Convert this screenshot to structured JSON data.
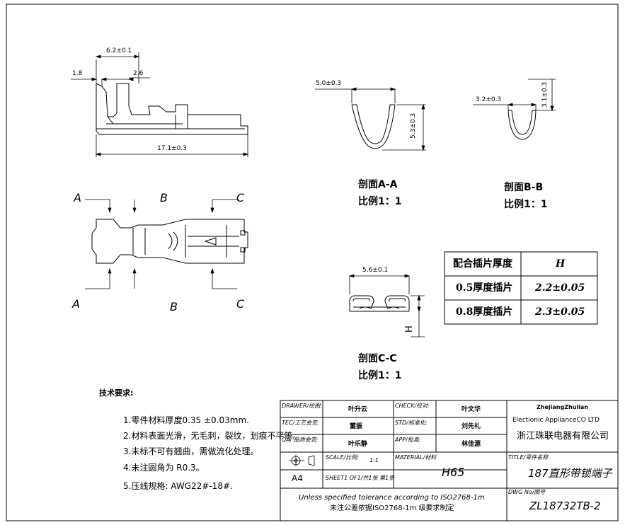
{
  "dimensions": {
    "top_width": "6.2±0.1",
    "left_offset": "1.8",
    "slot": "2.6",
    "total_length": "17.1±0.3",
    "aa_width": "5.0±0.3",
    "aa_height": "5.3±0.3",
    "bb_width": "3.2±0.3",
    "bb_height": "3.1±0.3",
    "cc_width": "5.6±0.1",
    "cc_height": "H"
  },
  "section_labels": {
    "a_top": "A",
    "b_top": "B",
    "c_top": "C",
    "a_bottom": "A",
    "b_bottom": "B",
    "c_bottom": "C"
  },
  "sections": {
    "aa_title": "剖面A-A",
    "aa_scale": "比例1：1",
    "bb_title": "剖面B-B",
    "bb_scale": "比例1：1",
    "cc_title": "剖面C-C",
    "cc_scale": "比例1：1"
  },
  "thickness_table": {
    "header_left": "配合插片厚度",
    "header_right": "H",
    "rows": [
      {
        "plate": "0.5厚度插片",
        "h": "2.2±0.05"
      },
      {
        "plate": "0.8厚度插片",
        "h": "2.3±0.05"
      }
    ]
  },
  "requirements": {
    "title": "技术要求:",
    "items": [
      "1.零件材料厚度0.35 ±0.03mm.",
      "2.材料表面光滑，无毛刺，裂纹，划痕不平等。",
      "3.未标不可有翘曲，需做流化处理。",
      "4.未注圆角为 R0.3。",
      "5.压线规格: AWG22#-18#."
    ]
  },
  "title_block": {
    "drawer_label": "DRAWER/绘图:",
    "drawer": "叶升云",
    "check_label": "CHECK/校对:",
    "check": "叶文华",
    "tec_label": "TEC/工艺会签:",
    "tec": "董振",
    "std_label": "STD/标准化:",
    "std": "刘先礼",
    "qa_label": "QA/ 品质会签:",
    "qa": "叶乐静",
    "app_label": "APP/批准:",
    "app": "林佳源",
    "scale_label": "SCALE/比例:",
    "scale": "1:1",
    "material_label": "MATERIAL/材料",
    "material": "H65",
    "size": "A4",
    "sheet_label": "SHEET1 OF1/共1张 第1张",
    "company_en_1": "ZhejiangZhulian",
    "company_en_2": "Electionic ApplianceCO LTD",
    "company_cn": "浙江珠联电器有限公司",
    "title_label": "TITLE/零件名称",
    "title": "187直形带锁端子",
    "tolerance_en": "Unless specified tolerance according to ISO2768-1m",
    "tolerance_cn": "未注公差依据ISO2768-1m 级要求制定",
    "dwg_label": "DWG No/图号",
    "dwg_no": "ZL18732TB-2"
  }
}
